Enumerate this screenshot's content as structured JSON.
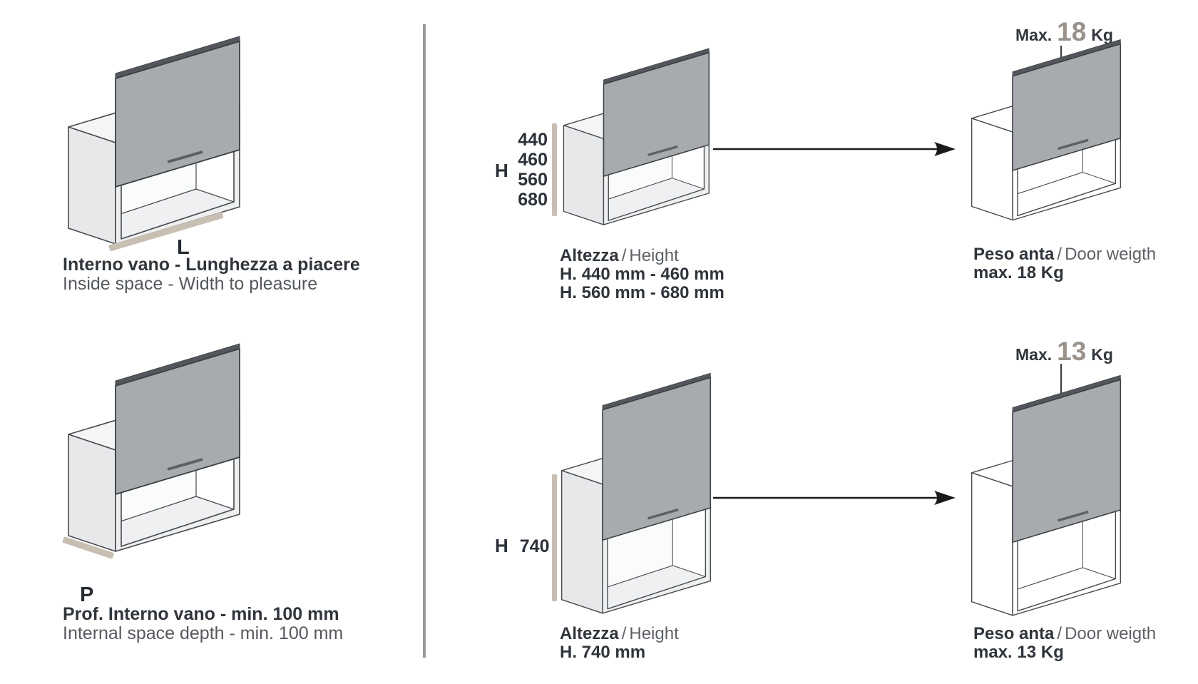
{
  "colors": {
    "accent_beige": "#c8bfb3",
    "door_gray": "#a8abad",
    "text_dark": "#30353c",
    "text_gray": "#5d6167",
    "weight_number": "#99928a",
    "divider_gray": "#96989b"
  },
  "figures": {
    "width": {
      "label": "L",
      "caption_it": "Interno vano - Lunghezza a piacere",
      "caption_en": "Inside space - Width to pleasure"
    },
    "depth": {
      "label": "P",
      "caption_it": "Prof. Interno vano - min. 100 mm",
      "caption_en": "Internal space depth - min. 100 mm"
    },
    "height_top": {
      "axis_label": "H",
      "ticks": [
        "440",
        "460",
        "560",
        "680"
      ],
      "caption_it": "Altezza",
      "caption_sep": "/",
      "caption_en": "Height",
      "range_line1": "H. 440 mm - 460 mm",
      "range_line2": "H. 560 mm - 680 mm"
    },
    "height_bottom": {
      "axis_label": "H",
      "value": "740",
      "caption_it": "Altezza",
      "caption_sep": "/",
      "caption_en": "Height",
      "range_line1": "H. 740 mm"
    },
    "weight_top": {
      "max_label": "Max.",
      "value": "18",
      "unit": "Kg",
      "caption_it": "Peso anta",
      "caption_sep": "/",
      "caption_en": "Door weigth",
      "weight_line": "max. 18 Kg"
    },
    "weight_bottom": {
      "max_label": "Max.",
      "value": "13",
      "unit": "Kg",
      "caption_it": "Peso anta",
      "caption_sep": "/",
      "caption_en": "Door weigth",
      "weight_line": "max. 13 Kg"
    }
  }
}
